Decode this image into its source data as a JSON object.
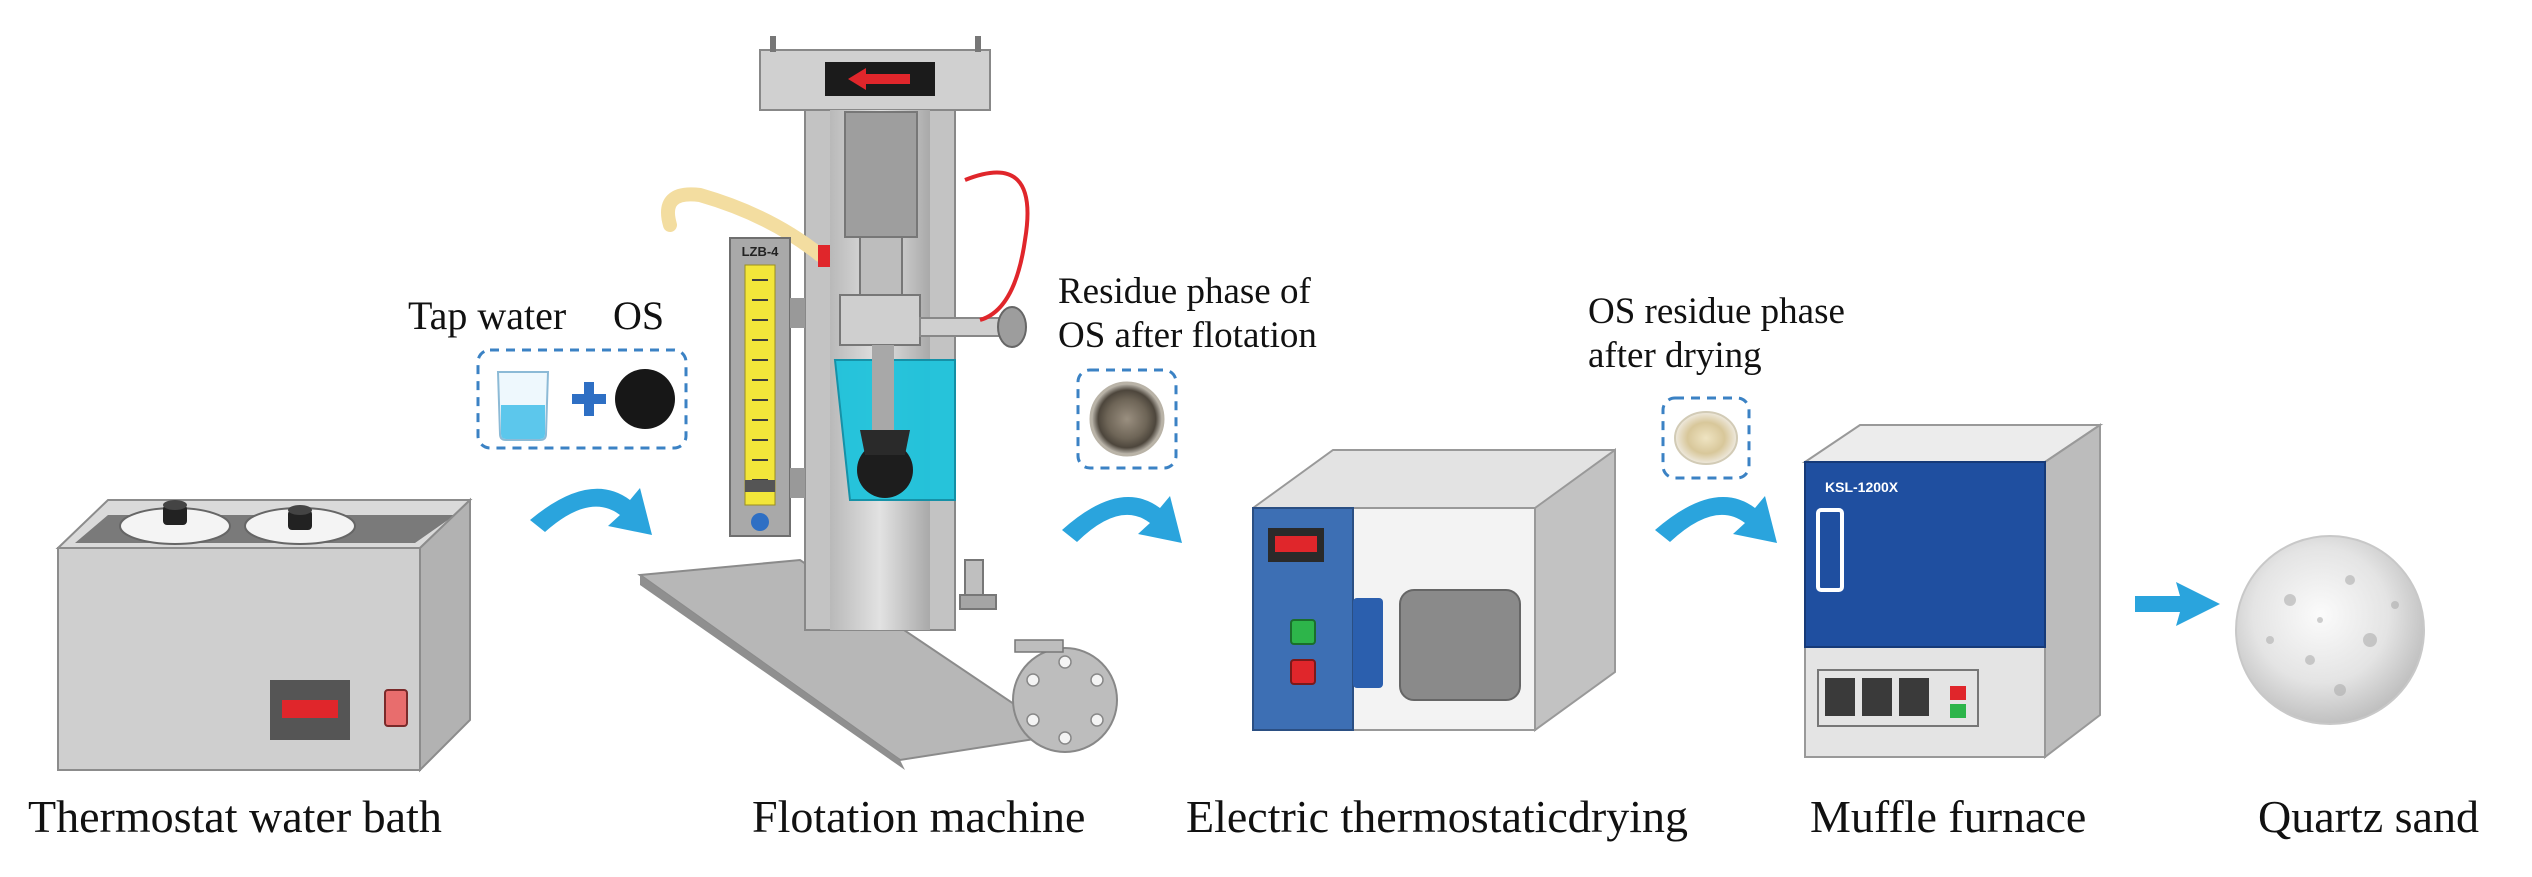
{
  "colors": {
    "metal": "#c9c9c9",
    "metal_dark": "#9a9a9a",
    "oven_blue": "#3d6fb4",
    "furnace_blue": "#1f4fa0",
    "arrow_blue": "#2aa4dd",
    "dash_blue": "#3b82c4",
    "tank_cyan": "#1ec3dc",
    "display_red": "#e0262b"
  },
  "inputs": {
    "tap_water": "Tap water",
    "os": "OS"
  },
  "notes": {
    "flotation_residue": "Residue phase of\nOS after flotation",
    "dried_residue": "OS residue phase\nafter drying"
  },
  "device_labels": {
    "flowmeter": "LZB-4",
    "furnace_model": "KSL-1200X"
  },
  "captions": {
    "water_bath": "Thermostat water bath",
    "flotation": "Flotation machine",
    "drying": "Electric thermostaticdrying",
    "furnace": "Muffle furnace",
    "quartz": "Quartz sand"
  },
  "icons": [
    "beaker-icon",
    "plus-icon",
    "os-sample-icon",
    "curved-arrow-icon",
    "straight-arrow-icon"
  ]
}
